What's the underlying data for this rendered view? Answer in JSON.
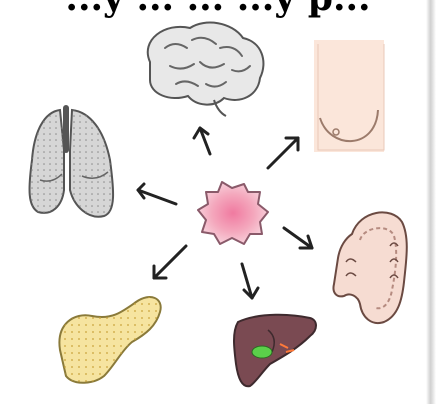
{
  "caption_fragment": "...y ... ... ...y p...",
  "diagram": {
    "center": "tumor-cell",
    "targets": [
      "brain",
      "breast",
      "colon",
      "liver",
      "pancreas",
      "lungs"
    ]
  }
}
